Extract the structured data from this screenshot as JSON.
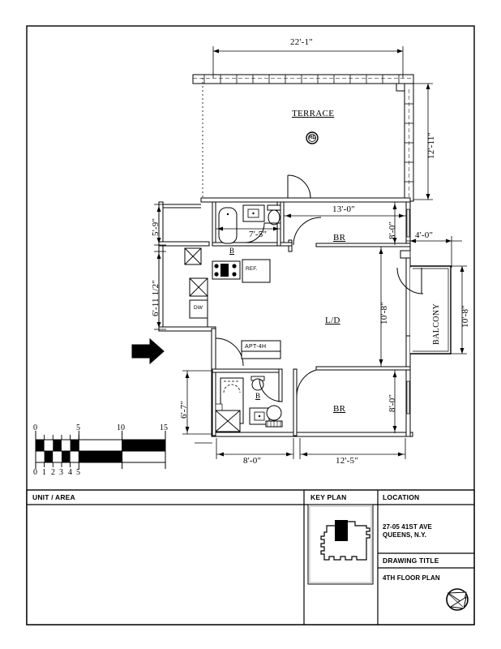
{
  "sheet": {
    "border_color": "#000000"
  },
  "plan": {
    "apartment_tag": "APT-4H",
    "rooms": [
      {
        "key": "terrace",
        "label": "TERRACE"
      },
      {
        "key": "br_upper",
        "label": "BR"
      },
      {
        "key": "br_lower",
        "label": "BR"
      },
      {
        "key": "living_dining",
        "label": "L/D"
      },
      {
        "key": "balcony",
        "label": "BALCONY"
      },
      {
        "key": "bath_upper",
        "label": "B"
      },
      {
        "key": "bath_lower",
        "label": "B"
      }
    ],
    "fixtures": [
      {
        "key": "refrigerator",
        "label": "REF."
      },
      {
        "key": "dishwasher",
        "label": "DW"
      },
      {
        "key": "roof_drain",
        "label": "RD"
      }
    ],
    "dimensions": {
      "terrace_width": "22'-1\"",
      "terrace_height": "12'-11\"",
      "bath_upper_width": "7'-5\"",
      "br_upper_width": "13'-0\"",
      "br_upper_depth": "8'-0\"",
      "balcony_width": "4'-0\"",
      "balcony_depth": "10'-8\"",
      "ld_depth": "10'-8\"",
      "br_lower_depth": "8'-0\"",
      "left_upper": "5'-9\"",
      "left_mid": "6'-11 1/2\"",
      "left_lower": "6'-7\"",
      "bottom_left": "8'-0\"",
      "bottom_right": "12'-5\""
    },
    "entry_arrow": "entry-direction-arrow"
  },
  "scale_bar": {
    "top_ticks": [
      "0",
      "5",
      "10",
      "15"
    ],
    "bottom_ticks": [
      "0",
      "1",
      "2",
      "3",
      "4",
      "5"
    ]
  },
  "title_block": {
    "unit_area_header": "UNIT / AREA",
    "unit_area_value": "",
    "key_plan_header": "KEY PLAN",
    "location_header": "LOCATION",
    "location_line1": "27-05 41ST AVE",
    "location_line2": "QUEENS, N.Y.",
    "drawing_title_header": "DRAWING TITLE",
    "drawing_title_value": "4TH FLOOR PLAN",
    "north_arrow": "north-arrow-logo"
  }
}
